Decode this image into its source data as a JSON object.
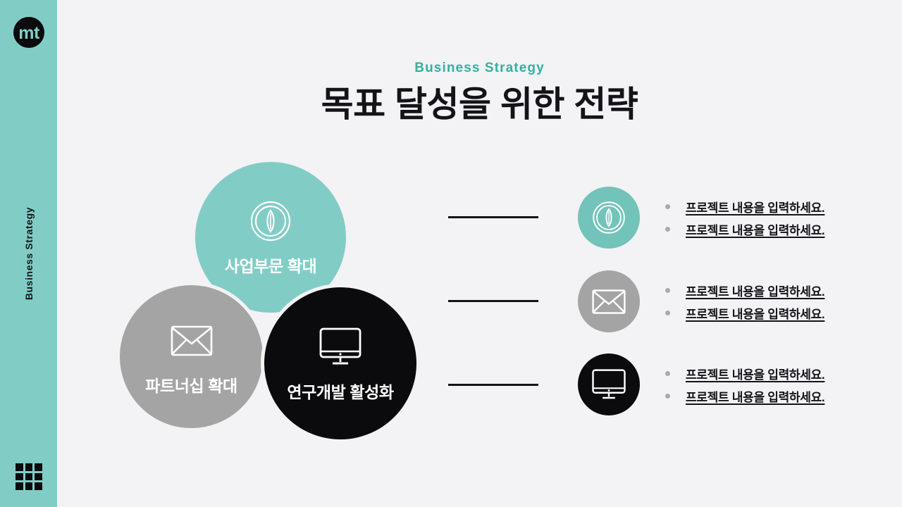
{
  "sidebar": {
    "logo_text": "mt",
    "logo_icon": "mt-monogram-logo",
    "vertical_label": "Business Strategy",
    "grid_icon": "grid-3x3-icon",
    "background_color": "#81cdc5"
  },
  "header": {
    "eyebrow": "Business Strategy",
    "title": "목표 달성을 위한 전략",
    "eyebrow_color": "#35b0a0",
    "title_color": "#141418"
  },
  "diagram": {
    "circles": [
      {
        "label": "사업부문 확대",
        "icon": "compass-icon",
        "color": "#81cdc5",
        "name": "circle-business-expansion"
      },
      {
        "label": "파트너십 확대",
        "icon": "envelope-icon",
        "color": "#a4a4a4",
        "name": "circle-partnership-expansion"
      },
      {
        "label": "연구개발 활성화",
        "icon": "monitor-icon",
        "color": "#0b0b0d",
        "name": "circle-rnd-activation"
      }
    ]
  },
  "details": [
    {
      "icon": "compass-icon",
      "color": "#72c3b9",
      "bullets": [
        "프로젝트 내용을 입력하세요.",
        "프로젝트 내용을 입력하세요."
      ]
    },
    {
      "icon": "envelope-icon",
      "color": "#a4a4a4",
      "bullets": [
        "프로젝트 내용을 입력하세요.",
        "프로젝트 내용을 입력하세요."
      ]
    },
    {
      "icon": "monitor-icon",
      "color": "#0b0b0d",
      "bullets": [
        "프로젝트 내용을 입력하세요.",
        "프로젝트 내용을 입력하세요."
      ]
    }
  ],
  "theme": {
    "background": "#f3f2f4",
    "accent": "#81cdc5",
    "ink": "#141418"
  }
}
